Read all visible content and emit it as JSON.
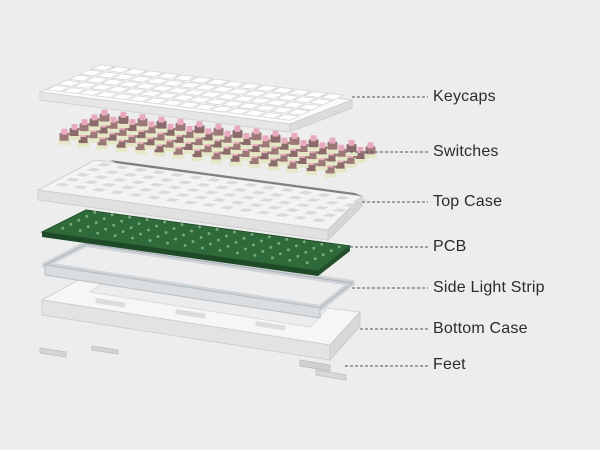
{
  "diagram": {
    "layers": [
      {
        "id": "keycaps",
        "label": "Keycaps"
      },
      {
        "id": "switches",
        "label": "Switches"
      },
      {
        "id": "top-case",
        "label": "Top Case"
      },
      {
        "id": "pcb",
        "label": "PCB"
      },
      {
        "id": "side-light-strip",
        "label": "Side Light Strip"
      },
      {
        "id": "bottom-case",
        "label": "Bottom Case"
      },
      {
        "id": "feet",
        "label": "Feet"
      }
    ]
  },
  "colors": {
    "background": "#ededed",
    "keycap": "#f7f7f7",
    "switch_stem": "#e8a9bd",
    "switch_housing": "#8a6a6a",
    "switch_base": "#e6e7c6",
    "top_case": "#f2f2f2",
    "pcb": "#2f6b3a",
    "light_strip": "#d9dde0",
    "bottom_case": "#f4f4f4",
    "feet": "#cfcfcf",
    "leader_line": "#555555",
    "label_text": "#2b2b2b"
  }
}
